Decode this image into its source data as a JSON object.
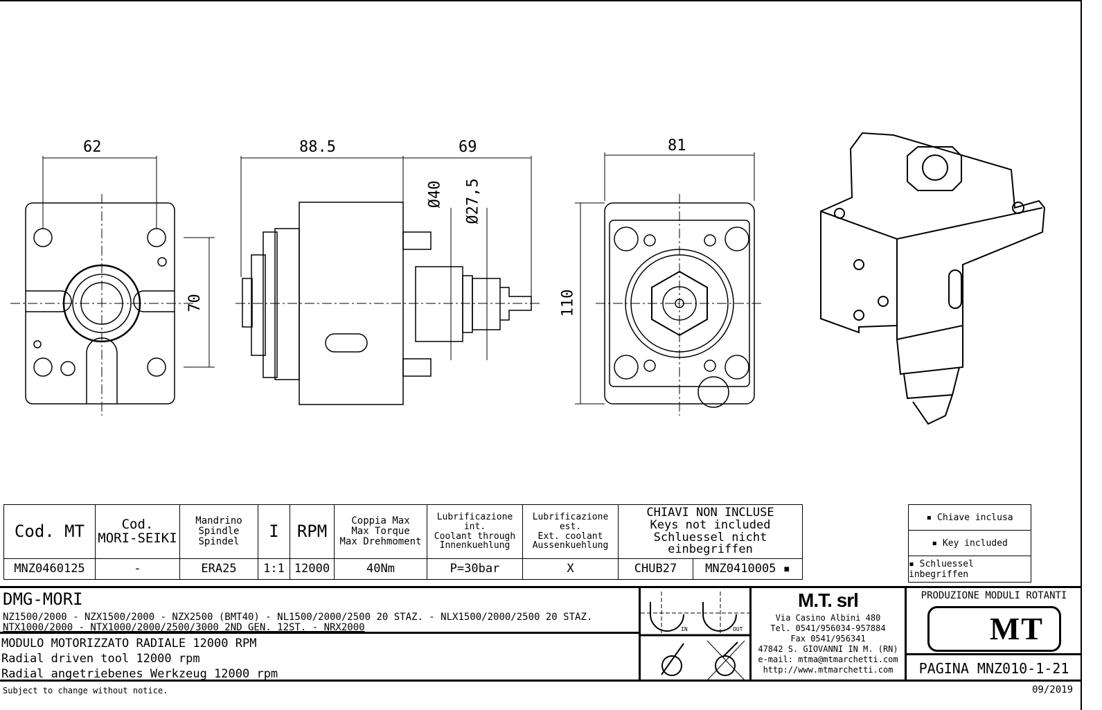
{
  "dimensions": {
    "front_width": "62",
    "front_height": "70",
    "side_length": "88.5",
    "side_shank": "69",
    "dia_40": "Ø40",
    "dia_27": "Ø27,5",
    "rear_width": "81",
    "rear_height": "110"
  },
  "table": {
    "headers": [
      [
        "Cod. MT"
      ],
      [
        "Cod.",
        "MORI-SEIKI"
      ],
      [
        "Mandrino",
        "Spindle",
        "Spindel"
      ],
      [
        "I"
      ],
      [
        "RPM"
      ],
      [
        "Coppia Max",
        "Max Torque",
        "Max Drehmoment"
      ],
      [
        "Lubrificazione int.",
        "Coolant through",
        "Innenkuehlung"
      ],
      [
        "Lubrificazione est.",
        "Ext. coolant",
        "Aussenkuehlung"
      ],
      [
        "CHIAVI NON INCLUSE",
        "Keys not included",
        "Schluessel nicht einbegriffen"
      ]
    ],
    "row": [
      "MNZ0460125",
      "-",
      "ERA25",
      "1:1",
      "12000",
      "40Nm",
      "P=30bar",
      "X",
      "CHUB27",
      "MNZ0410005 ▪"
    ]
  },
  "keys_legend": [
    "▪ Chiave inclusa",
    "▪ Key included",
    "▪ Schluessel inbegriffen"
  ],
  "title_block": {
    "brand": "DMG-MORI",
    "models": [
      "NZ1500/2000 - NZX1500/2000 - NZX2500 (BMT40) - NL1500/2000/2500 20 STAZ. - NLX1500/2000/2500 20 STAZ.",
      "NTX1000/2000 - NTX1000/2000/2500/3000 2ND GEN. 12ST. - NRX2000"
    ],
    "description": [
      "MODULO MOTORIZZATO RADIALE 12000 RPM",
      "Radial driven tool 12000 rpm",
      "Radial angetriebenes Werkzeug 12000 rpm"
    ],
    "rotation_in": "IN",
    "rotation_out": "OUT",
    "company": "M.T. srl",
    "address": [
      "Via Casino Albini 480",
      "Tel. 0541/956034-957884",
      "Fax 0541/956341",
      "47842 S. GIOVANNI IN M. (RN)",
      "e-mail: mtma@mtmarchetti.com",
      "http://www.mtmarchetti.com"
    ],
    "production": "PRODUZIONE MODULI ROTANTI",
    "logo_text": "MT",
    "page": "PAGINA MNZ010-1-21"
  },
  "footer": {
    "notice": "Subject to change without notice.",
    "date": "09/2019"
  }
}
